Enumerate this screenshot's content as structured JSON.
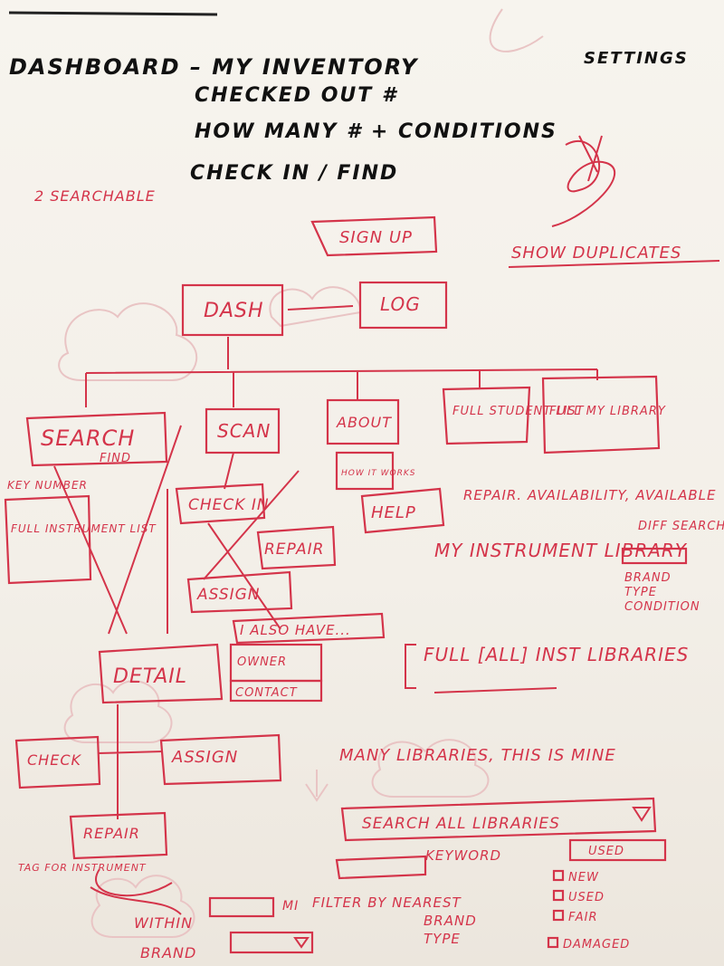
{
  "header_notes": {
    "line1": "DASHBOARD – MY INVENTORY",
    "line2": "CHECKED OUT #",
    "line3": "HOW MANY # + CONDITIONS",
    "line4": "CHECK IN / FIND",
    "corner": "SETTINGS",
    "side_note": "2 SEARCHABLE",
    "show_duplicates": "SHOW DUPLICATES"
  },
  "nodes": {
    "signup": "SIGN UP",
    "dash": "DASH",
    "log": "LOG",
    "search": "SEARCH",
    "search_sub": "FIND",
    "scan": "SCAN",
    "about": "ABOUT",
    "full_student": "FULL STUDENT LIST",
    "full_library": "FULL MY LIBRARY",
    "how_it_works": "HOW IT WORKS",
    "help": "HELP",
    "checkin": "CHECK IN",
    "repair": "REPAIR",
    "assign": "ASSIGN",
    "detail": "DETAIL",
    "i_also_have": "I ALSO HAVE...",
    "owner": "OWNER",
    "contact": "CONTACT",
    "check": "CHECK",
    "assign2": "ASSIGN",
    "repair2": "REPAIR",
    "key_number": "KEY NUMBER",
    "full_instrument_list": "FULL INSTRUMENT LIST",
    "tag": "TAG FOR INSTRUMENT"
  },
  "notes": {
    "repair_avail": "REPAIR.  AVAILABILITY, AVAILABLE",
    "diff_search": "DIFF SEARCH",
    "my_instrument_library": "MY INSTRUMENT LIBRARY",
    "filter_brand": "BRAND",
    "filter_type": "TYPE",
    "filter_condition": "CONDITION",
    "full_all_libraries": "FULL [ALL] INST LIBRARIES",
    "many_libraries": "MANY LIBRARIES, THIS IS MINE",
    "search_all": "SEARCH ALL LIBRARIES",
    "keyword": "KEYWORD",
    "filter_nearest": "FILTER BY NEAREST",
    "brand": "BRAND",
    "type": "TYPE",
    "within": "WITHIN",
    "brand2": "BRAND",
    "mi": "MI",
    "used": "USED",
    "new": "NEW",
    "used2": "USED",
    "fair": "FAIR",
    "damaged": "DAMAGED"
  }
}
